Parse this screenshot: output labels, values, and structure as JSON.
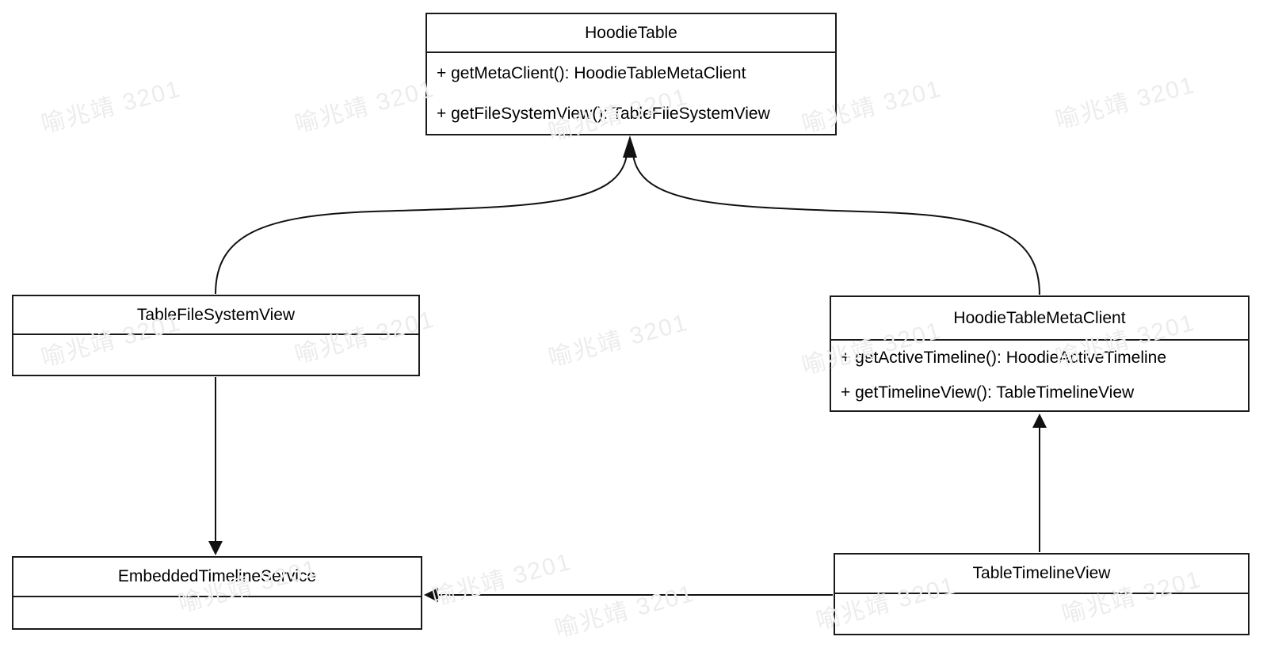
{
  "diagram": {
    "type": "uml-class-diagram",
    "colors": {
      "stroke": "#1a1a1a",
      "text": "#000000",
      "background": "#ffffff",
      "watermark": "#ececec"
    },
    "classes": [
      {
        "name": "HoodieTable",
        "methods": [
          "+ getMetaClient(): HoodieTableMetaClient",
          "+ getFileSystemView(): TableFileSystemView"
        ]
      },
      {
        "name": "TableFileSystemView",
        "methods": []
      },
      {
        "name": "HoodieTableMetaClient",
        "methods": [
          "+ getActiveTimeline(): HoodieActiveTimeline",
          "+ getTimelineView(): TableTimelineView"
        ]
      },
      {
        "name": "EmbeddedTimelineService",
        "methods": []
      },
      {
        "name": "TableTimelineView",
        "methods": []
      }
    ],
    "relations": [
      {
        "from": "TableFileSystemView",
        "to": "HoodieTable",
        "style": "curved-arrow"
      },
      {
        "from": "HoodieTableMetaClient",
        "to": "HoodieTable",
        "style": "curved-arrow"
      },
      {
        "from": "TableFileSystemView",
        "to": "EmbeddedTimelineService",
        "style": "straight-arrow"
      },
      {
        "from": "TableTimelineView",
        "to": "HoodieTableMetaClient",
        "style": "straight-arrow"
      },
      {
        "from": "TableTimelineView",
        "to": "EmbeddedTimelineService",
        "style": "straight-arrow"
      }
    ]
  },
  "watermark": {
    "text": "喻兆靖 3201"
  }
}
